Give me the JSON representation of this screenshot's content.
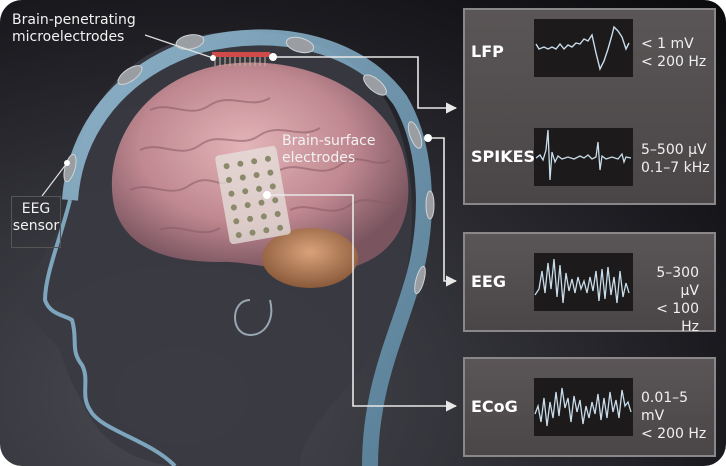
{
  "labels": {
    "microelectrodes": [
      "Brain-penetrating",
      "microelectrodes"
    ],
    "surface_electrodes": [
      "Brain-surface",
      "electrodes"
    ],
    "eeg_sensor": [
      "EEG",
      "sensor"
    ]
  },
  "signals": [
    {
      "name": "LFP",
      "amplitude": "< 1 mV",
      "frequency": "< 200 Hz"
    },
    {
      "name": "SPIKES",
      "amplitude": "5–500 µV",
      "frequency": "0.1–7 kHz"
    },
    {
      "name": "EEG",
      "amplitude": "5–300 µV",
      "frequency": "< 100 Hz"
    },
    {
      "name": "ECoG",
      "amplitude": "0.01–5 mV",
      "frequency": "< 200 Hz"
    }
  ],
  "colors": {
    "background": "#111114",
    "panel": "#524e4f",
    "panel_border": "#8a8788",
    "wave_bg": "#1c1a1b",
    "wave_line": "#c8dcea",
    "skull": "#7ea9c4",
    "brain": "#c8909a",
    "microelectrode": "#d04a4a",
    "connector": "#e8e8e8"
  }
}
